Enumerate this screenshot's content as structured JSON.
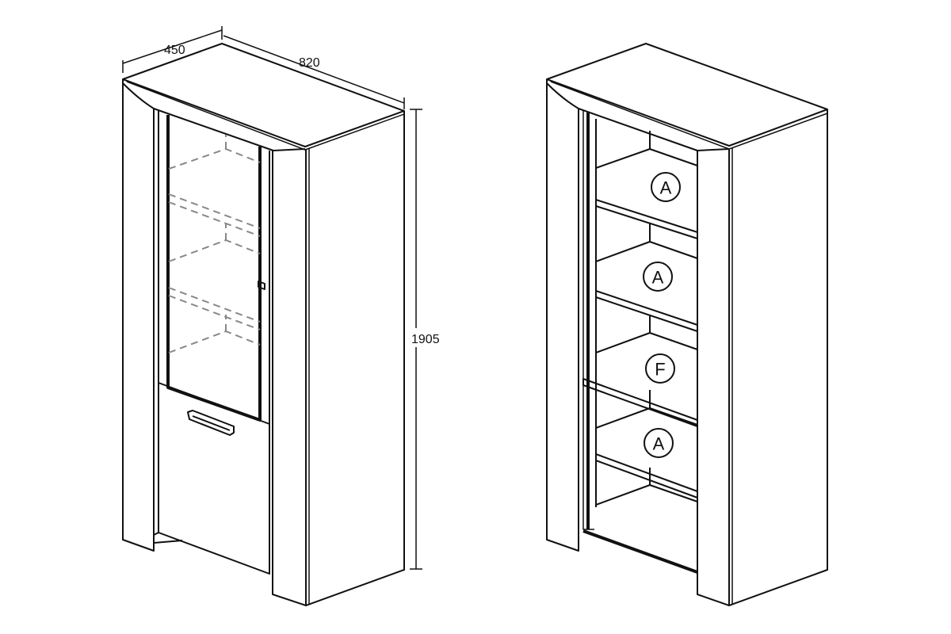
{
  "dimensions": {
    "depth": "450",
    "width": "820",
    "height": "1905"
  },
  "shelf_labels": [
    "A",
    "A",
    "F",
    "A"
  ]
}
